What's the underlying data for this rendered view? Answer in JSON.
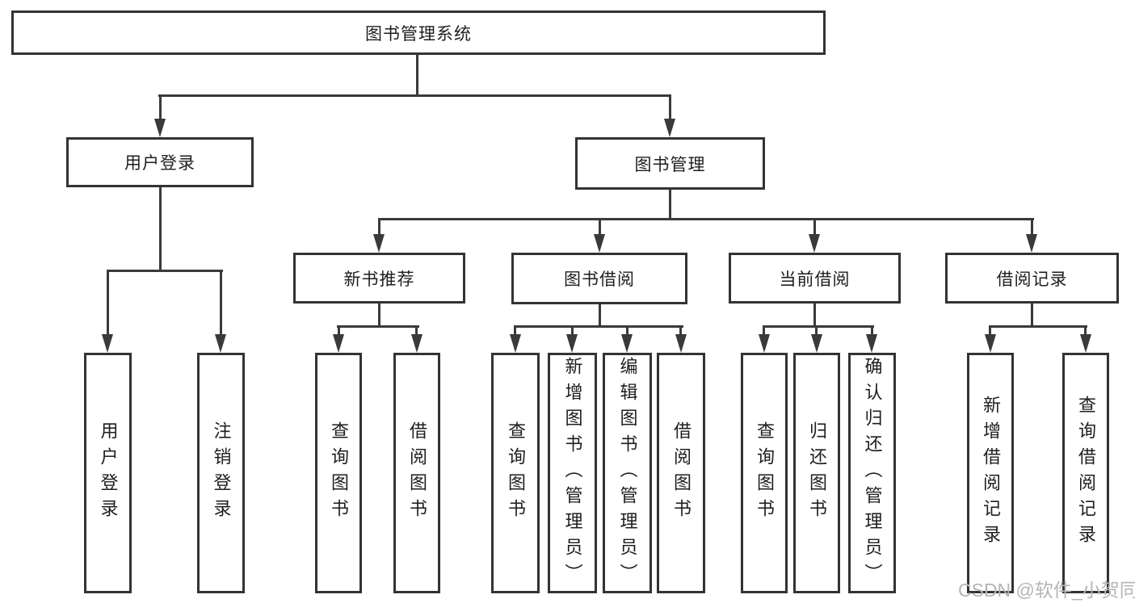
{
  "tree": {
    "root": {
      "label": "图书管理系统"
    },
    "children": [
      {
        "label": "用户登录",
        "children": [
          {
            "label": "用户登录"
          },
          {
            "label": "注销登录"
          }
        ]
      },
      {
        "label": "图书管理",
        "children": [
          {
            "label": "新书推荐",
            "children": [
              {
                "label": "查询图书"
              },
              {
                "label": "借阅图书"
              }
            ]
          },
          {
            "label": "图书借阅",
            "children": [
              {
                "label": "查询图书"
              },
              {
                "label": "新增图书（管理员）"
              },
              {
                "label": "编辑图书（管理员）"
              },
              {
                "label": "借阅图书"
              }
            ]
          },
          {
            "label": "当前借阅",
            "children": [
              {
                "label": "查询图书"
              },
              {
                "label": "归还图书"
              },
              {
                "label": "确认归还（管理员）"
              }
            ]
          },
          {
            "label": "借阅记录",
            "children": [
              {
                "label": "新增借阅记录"
              },
              {
                "label": "查询借阅记录"
              }
            ]
          }
        ]
      }
    ]
  },
  "watermark": {
    "text": "CSDN @软件_小贺同学"
  },
  "colors": {
    "line": "#3a3a3a",
    "box_border": "#333333",
    "text": "#1e1e1e",
    "watermark": "#b4b5b9",
    "background": "#ffffff"
  }
}
